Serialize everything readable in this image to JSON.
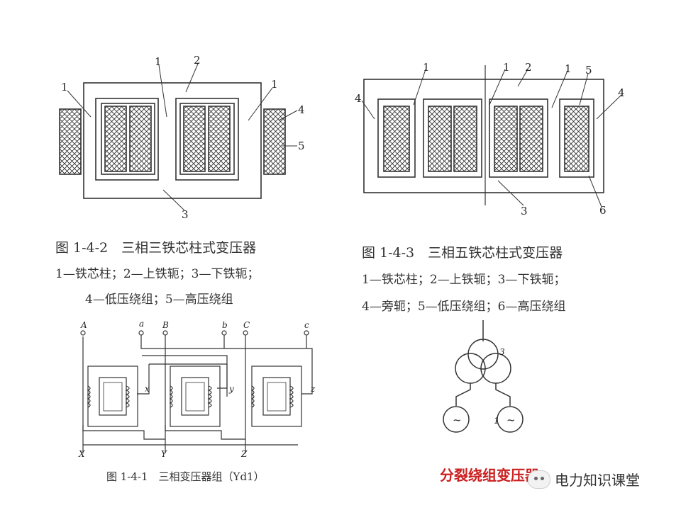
{
  "fig2": {
    "caption": "图 1-4-2　三相三铁芯柱式变压器",
    "legend1": "1—铁芯柱；2—上铁轭；3—下铁轭；",
    "legend2": "4—低压绕组；5—高压绕组",
    "labels": {
      "l1a": "1",
      "l1b": "1",
      "l1c": "1",
      "l2": "2",
      "l3": "3",
      "l4": "4",
      "l5": "5"
    }
  },
  "fig3": {
    "caption": "图 1-4-3　三相五铁芯柱式变压器",
    "legend1": "1—铁芯柱；2—上铁轭；3—下铁轭；",
    "legend2": "4—旁轭；5—低压绕组；6—高压绕组",
    "labels": {
      "l1a": "1",
      "l1b": "1",
      "l1c": "1",
      "l2": "2",
      "l3": "3",
      "l4a": "4",
      "l4b": "4",
      "l5": "5",
      "l6": "6"
    }
  },
  "fig1": {
    "caption": "图 1-4-1　三相变压器组（Yd1）",
    "terminals": {
      "A": "A",
      "a": "a",
      "B": "B",
      "b": "b",
      "C": "C",
      "c": "c",
      "x": "x",
      "y": "y",
      "z": "z",
      "X": "X",
      "Y": "Y",
      "Z": "Z"
    }
  },
  "split": {
    "caption": "分裂绕组变压器",
    "label_3": "3",
    "label_1": "1",
    "gen_symbol": "~"
  },
  "watermark": {
    "text": "电力知识课堂",
    "icon": "wechat-icon"
  }
}
